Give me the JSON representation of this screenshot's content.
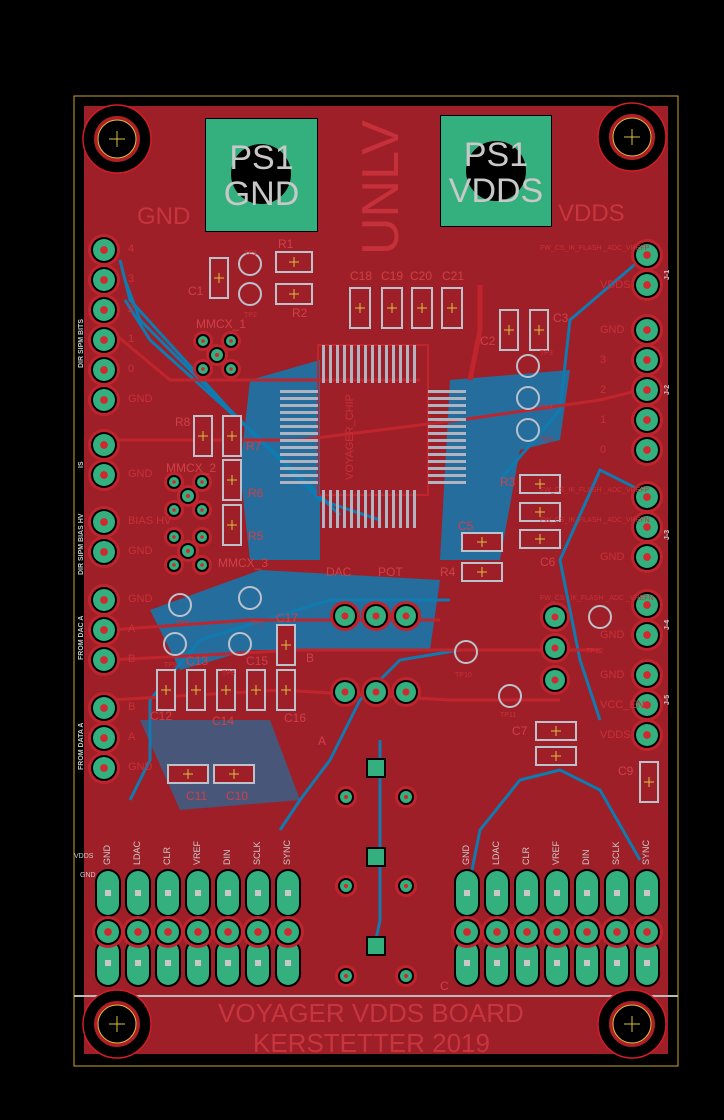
{
  "board": {
    "title_line1": "VOYAGER VDDS BOARD",
    "title_line2": "KERSTETTER 2019",
    "logo": "UNLV",
    "colors": {
      "board": "#9f1f28",
      "pad": "#34b07e",
      "bottom_trace": "#0f7bb0",
      "top_trace": "#b81f26",
      "outline": "#c9a43a",
      "silk": "#c8c8c8"
    }
  },
  "power_pads": [
    {
      "ref": "PS1",
      "net": "GND",
      "side_label": "GND"
    },
    {
      "ref": "PS1",
      "net": "VDDS",
      "side_label": "VDDS"
    }
  ],
  "left_headers": {
    "group1": {
      "title": "DIR SIPM BITS",
      "pins": [
        "4",
        "3",
        "2",
        "1",
        "0",
        "GND"
      ]
    },
    "group2": {
      "title": "IS",
      "pins": [
        "",
        "GND"
      ]
    },
    "group3": {
      "title": "DIR SIPM BIAS HV",
      "pins": [
        "BIAS HV",
        "GND"
      ]
    },
    "group4": {
      "title": "FROM DAC A",
      "pins": [
        "GND",
        "A",
        "B"
      ]
    },
    "group5": {
      "title": "FROM DATA A",
      "pins": [
        "B",
        "A",
        "GND"
      ]
    }
  },
  "right_headers": {
    "J1": {
      "ref": "J-1",
      "pins": [
        "FW_CS_IK_FLASH _ADC_VREFP",
        "VDDS"
      ]
    },
    "J2": {
      "ref": "J-2",
      "pins": [
        "GND",
        "3",
        "2",
        "1",
        "0"
      ]
    },
    "J3": {
      "ref": "J-3",
      "pins": [
        "FW_CS_IK_FLASH _ADC_VREFP",
        "FW_CS_IK_FLASH _ADC_VREFN",
        "GND"
      ]
    },
    "J4": {
      "ref": "J-4",
      "pins": [
        "FW_CS _IK_FLASH _ADC _VREFN",
        "GND"
      ]
    },
    "J5": {
      "ref": "J-5",
      "pins": [
        "GND",
        "VCC_EN",
        "VDDS"
      ]
    }
  },
  "bottom_headers": {
    "left": [
      "GND",
      "LDAC",
      "CLR",
      "VREF",
      "DIN",
      "SCLK",
      "SYNC"
    ],
    "right": [
      "GND",
      "LDAC",
      "CLR",
      "VREF",
      "DIN",
      "SCLK",
      "SYNC"
    ],
    "rail_labels": [
      "VDDS",
      "GND"
    ]
  },
  "components": {
    "chip": "VOYAGER_CHIP",
    "refs": [
      "R1",
      "R2",
      "R3",
      "R4",
      "R5",
      "R6",
      "R7",
      "R8",
      "C1",
      "C2",
      "C3",
      "C5",
      "C6",
      "C7",
      "C9",
      "C10",
      "C11",
      "C12",
      "C13",
      "C14",
      "C15",
      "C16",
      "C17",
      "C18",
      "C19",
      "C20",
      "C21",
      "MMCX_1",
      "MMCX_2",
      "MMCX_3",
      "DAC",
      "POT",
      "A",
      "B",
      "C"
    ],
    "testpoints": [
      "TP1",
      "TP2",
      "TP3",
      "TP4",
      "TP5",
      "TP6",
      "TP7",
      "TP8",
      "TP9",
      "TP10",
      "TP11",
      "TP12"
    ]
  }
}
